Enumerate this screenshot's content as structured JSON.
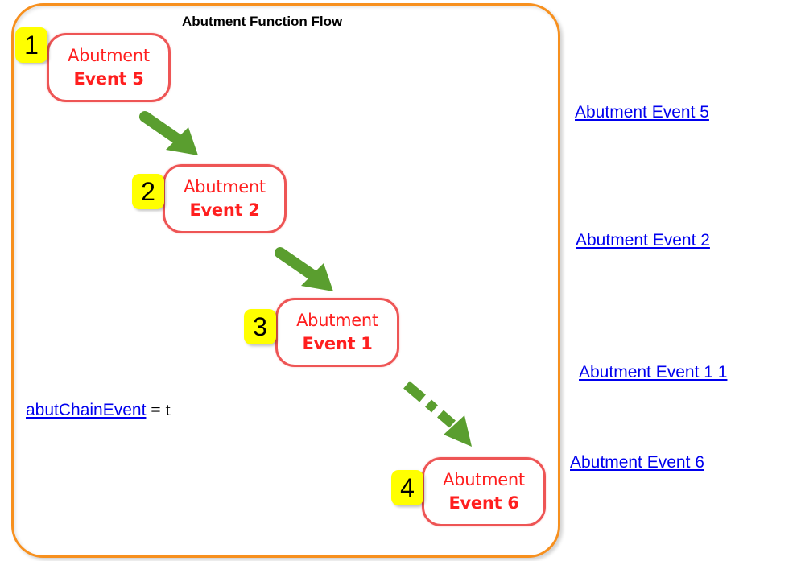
{
  "diagram": {
    "title": "Abutment Function Flow",
    "colors": {
      "frame_border": "#f7901e",
      "node_border": "#ee5555",
      "node_text": "#ff1f1f",
      "badge_fill": "#ffff00",
      "arrow": "#5a9e2f",
      "link": "#0000ee"
    },
    "nodes": [
      {
        "step": "1",
        "line1": "Abutment",
        "line2": "Event 5"
      },
      {
        "step": "2",
        "line1": "Abutment",
        "line2": "Event 2"
      },
      {
        "step": "3",
        "line1": "Abutment",
        "line2": "Event 1"
      },
      {
        "step": "4",
        "line1": "Abutment",
        "line2": "Event 6"
      }
    ],
    "arrows": [
      {
        "from": "1",
        "to": "2",
        "style": "solid",
        "icon": "arrow-down-right"
      },
      {
        "from": "2",
        "to": "3",
        "style": "solid",
        "icon": "arrow-down-right"
      },
      {
        "from": "3",
        "to": "4",
        "style": "dash-dot",
        "icon": "arrow-down-right"
      }
    ],
    "variable": {
      "name": "abutChainEvent",
      "operator": "=",
      "value": "t"
    }
  },
  "links": [
    {
      "label": "Abutment Event 5"
    },
    {
      "label": "Abutment Event 2"
    },
    {
      "label": "Abutment Event 1 1"
    },
    {
      "label": "Abutment Event 6"
    }
  ]
}
